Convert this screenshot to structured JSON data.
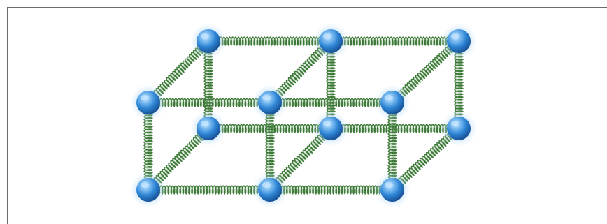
{
  "diagram": {
    "type": "ball-and-spring lattice",
    "atom_color": "#2f86d6",
    "atom_highlight": "#bfe2ff",
    "spring_color": "#3f7a3a",
    "atoms": [
      {
        "id": "fb-1"
      },
      {
        "id": "fb-2"
      },
      {
        "id": "fb-3"
      },
      {
        "id": "ft-1"
      },
      {
        "id": "ft-2"
      },
      {
        "id": "ft-3"
      },
      {
        "id": "bb-1"
      },
      {
        "id": "bb-2"
      },
      {
        "id": "bb-3"
      },
      {
        "id": "bt-1"
      },
      {
        "id": "bt-2"
      },
      {
        "id": "bt-3"
      }
    ],
    "springs": [
      [
        "fb-1",
        "fb-2"
      ],
      [
        "fb-2",
        "fb-3"
      ],
      [
        "ft-1",
        "ft-2"
      ],
      [
        "ft-2",
        "ft-3"
      ],
      [
        "bb-1",
        "bb-2"
      ],
      [
        "bb-2",
        "bb-3"
      ],
      [
        "bt-1",
        "bt-2"
      ],
      [
        "bt-2",
        "bt-3"
      ],
      [
        "fb-1",
        "ft-1"
      ],
      [
        "fb-2",
        "ft-2"
      ],
      [
        "fb-3",
        "ft-3"
      ],
      [
        "bb-1",
        "bt-1"
      ],
      [
        "bb-2",
        "bt-2"
      ],
      [
        "bb-3",
        "bt-3"
      ],
      [
        "fb-1",
        "bb-1"
      ],
      [
        "fb-2",
        "bb-2"
      ],
      [
        "fb-3",
        "bb-3"
      ],
      [
        "ft-1",
        "bt-1"
      ],
      [
        "ft-2",
        "bt-2"
      ],
      [
        "ft-3",
        "bt-3"
      ]
    ]
  }
}
